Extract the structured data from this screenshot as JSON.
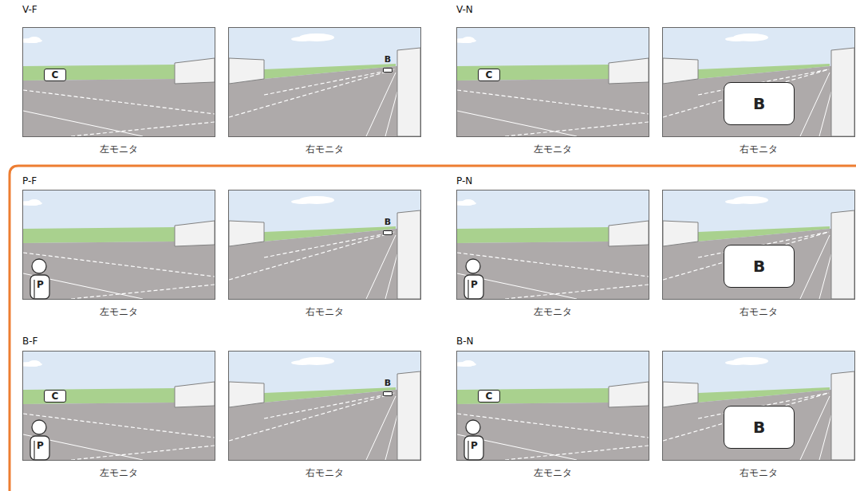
{
  "diagram": {
    "nodes": [
      {
        "text": [
          "左モニタ"
        ]
      },
      {
        "text": [
          "C"
        ],
        "in": 0
      },
      {
        "text": [
          "右モニタ"
        ]
      },
      {
        "text": [
          "B"
        ],
        "in": 2
      },
      {
        "text": [
          "左モニタ"
        ]
      },
      {
        "text": [
          "C"
        ],
        "in": 4
      },
      {
        "text": [
          "右モニタ"
        ]
      },
      {
        "text": [
          "B"
        ],
        "in": 6
      },
      {
        "text": [
          "左モニタ"
        ]
      },
      {
        "text": [
          "P"
        ],
        "in": 8
      },
      {
        "text": [
          "右モニタ"
        ]
      },
      {
        "text": [
          "B"
        ],
        "in": 10
      },
      {
        "text": [
          "左モニタ"
        ]
      },
      {
        "text": [
          "P"
        ],
        "in": 12
      },
      {
        "text": [
          "右モニタ"
        ]
      },
      {
        "text": [
          "B"
        ],
        "in": 14
      },
      {
        "text": [
          "左モニタ"
        ]
      },
      {
        "text": [
          "C"
        ],
        "in": 16
      },
      {
        "text": [
          "P"
        ],
        "in": 16
      },
      {
        "text": [
          "右モニタ"
        ]
      },
      {
        "text": [
          "B"
        ],
        "in": 19
      },
      {
        "text": [
          "左モニタ"
        ]
      },
      {
        "text": [
          "C"
        ],
        "in": 21
      },
      {
        "text": [
          "P"
        ],
        "in": 21
      },
      {
        "text": [
          "右モニタ"
        ]
      },
      {
        "text": [
          "B"
        ],
        "in": 24
      }
    ],
    "labels": [
      "V-F",
      "V-N",
      "P-F",
      "P-N",
      "B-F",
      "B-N"
    ]
  }
}
